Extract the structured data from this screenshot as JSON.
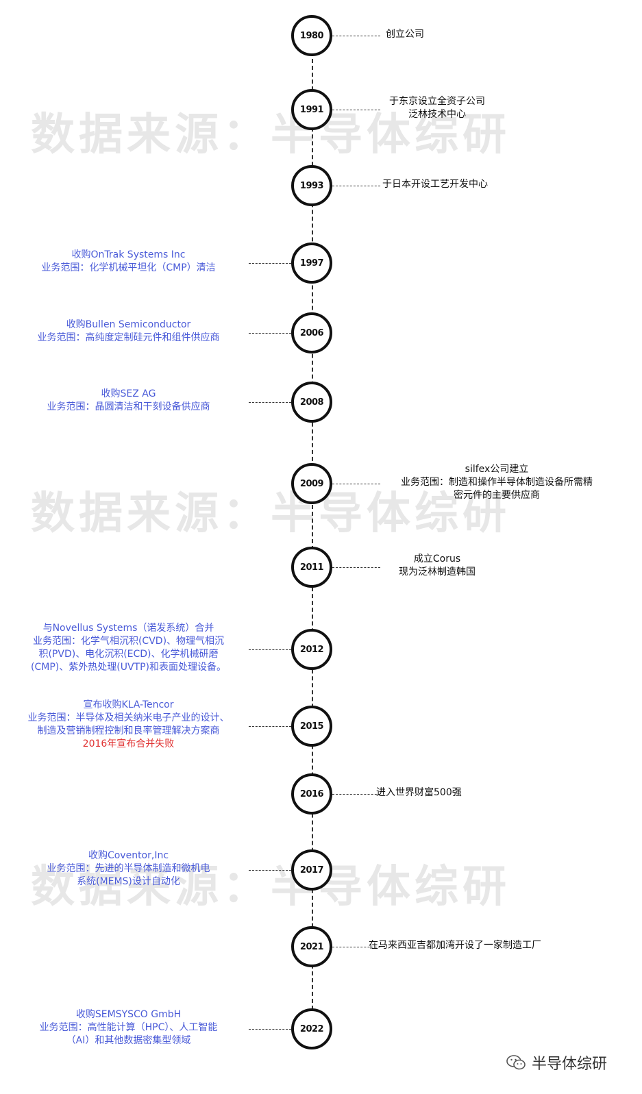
{
  "watermark_text": "数据来源：半导体综研",
  "brand": {
    "icon": "wechat-icon",
    "name": "半导体综研"
  },
  "colors": {
    "acquisition": "#4a5bd8",
    "milestone": "#111111",
    "alert": "#e03030",
    "node_border": "#111111"
  },
  "events": [
    {
      "year": "1980",
      "side": "right",
      "lines": [
        "创立公司"
      ]
    },
    {
      "year": "1991",
      "side": "right",
      "lines": [
        "于东京设立全资子公司",
        "泛林技术中心"
      ]
    },
    {
      "year": "1993",
      "side": "right",
      "lines": [
        "于日本开设工艺开发中心"
      ]
    },
    {
      "year": "1997",
      "side": "left",
      "lines": [
        "收购OnTrak Systems Inc",
        "业务范围：化学机械平坦化（CMP）清洁"
      ]
    },
    {
      "year": "2006",
      "side": "left",
      "lines": [
        "收购Bullen Semiconductor",
        "业务范围：高纯度定制硅元件和组件供应商"
      ]
    },
    {
      "year": "2008",
      "side": "left",
      "lines": [
        "收购SEZ AG",
        "业务范围：晶圆清洁和干刻设备供应商"
      ]
    },
    {
      "year": "2009",
      "side": "right",
      "lines": [
        "silfex公司建立",
        "业务范围：制造和操作半导体制造设备所需精",
        "密元件的主要供应商"
      ]
    },
    {
      "year": "2011",
      "side": "right",
      "lines": [
        "成立Corus",
        "现为泛林制造韩国"
      ]
    },
    {
      "year": "2012",
      "side": "left",
      "lines": [
        "与Novellus Systems（诺发系统）合并",
        "业务范围：化学气相沉积(CVD)、物理气相沉",
        "积(PVD)、电化沉积(ECD)、化学机械研磨",
        "(CMP)、紫外热处理(UVTP)和表面处理设备。"
      ]
    },
    {
      "year": "2015",
      "side": "left",
      "lines": [
        "宣布收购KLA-Tencor",
        "业务范围：半导体及相关纳米电子产业的设计、",
        "制造及营销制程控制和良率管理解决方案商",
        "2016年宣布合并失败"
      ],
      "alert_line": "2016年宣布合并失败"
    },
    {
      "year": "2016",
      "side": "right",
      "lines": [
        "进入世界财富500强"
      ]
    },
    {
      "year": "2017",
      "side": "left",
      "lines": [
        "收购Coventor,Inc",
        "业务范围：先进的半导体制造和微机电",
        "系统(MEMS)设计自动化"
      ]
    },
    {
      "year": "2021",
      "side": "right",
      "lines": [
        "在马来西亚吉都加湾开设了一家制造工厂"
      ]
    },
    {
      "year": "2022",
      "side": "left",
      "lines": [
        "收购SEMSYSCO GmbH",
        "业务范围：高性能计算（HPC）、人工智能",
        "（AI）和其他数据密集型领域"
      ]
    }
  ]
}
